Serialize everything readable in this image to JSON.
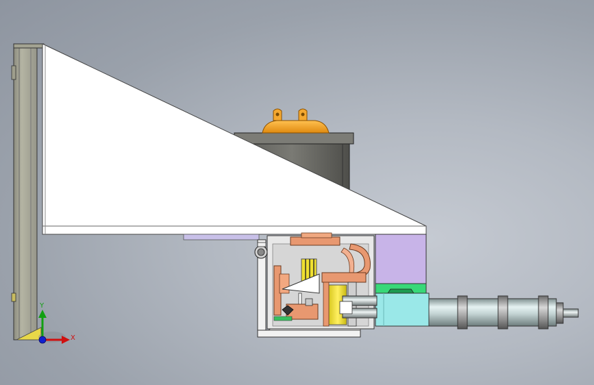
{
  "view": {
    "background_top": "#8f96a1",
    "background_mid": "#c3c8d0"
  },
  "triad": {
    "x_label": "X",
    "y_label": "Y",
    "x_color": "#d01010",
    "y_color": "#12a012",
    "z_color": "#1020d0"
  },
  "parts": [
    {
      "name": "vertical-frame-post",
      "color": "#a7a795"
    },
    {
      "name": "triangular-gusset-plate",
      "color": "#ffffff"
    },
    {
      "name": "hopper-box",
      "color": "#6e6e69"
    },
    {
      "name": "hopper-lid-handle",
      "color": "#f0a020"
    },
    {
      "name": "support-block",
      "color": "#c8b4e8"
    },
    {
      "name": "linear-guide-block",
      "color": "#9ae8e8"
    },
    {
      "name": "guide-rail-strip",
      "color": "#38d878"
    },
    {
      "name": "cylinder-rod",
      "color": "#c8d8d8"
    },
    {
      "name": "copper-brackets",
      "color": "#e89870"
    },
    {
      "name": "yellow-block",
      "color": "#f0e030"
    }
  ]
}
